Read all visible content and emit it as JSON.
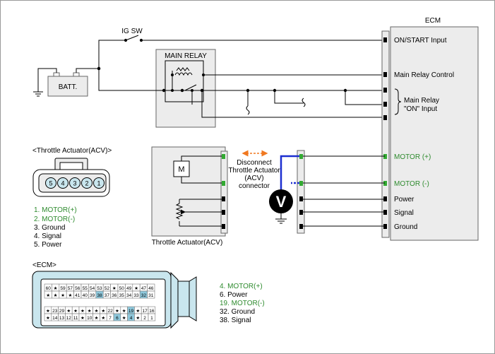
{
  "colors": {
    "wire": "#000000",
    "box_fill": "#ececec",
    "box_stroke": "#666666",
    "green_text": "#2e8b2e",
    "green_pin": "#33aa33",
    "probe_blue": "#1c2fd0",
    "arrow_orange": "#f07820",
    "connector_fill": "#c9e6ee",
    "pin_highlight": "#8ec8dc"
  },
  "labels": {
    "ig_sw": "IG SW",
    "ecm_title": "ECM",
    "main_relay": "MAIN RELAY",
    "batt": "BATT.",
    "acv_header": "<Throttle Actuator(ACV)>",
    "acv_caption": "Throttle Actuator(ACV)",
    "motor_symbol": "M",
    "volt_symbol": "V",
    "disconnect_note": [
      "Disconnect",
      "Throttle Actuator",
      "(ACV)",
      "connector"
    ],
    "ecm_header": "<ECM>"
  },
  "ecm_pins": {
    "on_start": "ON/START Input",
    "main_relay_control": "Main Relay Control",
    "main_relay_on_input": [
      "Main Relay",
      "\"ON\" Input"
    ],
    "motor_plus": "MOTOR (+)",
    "motor_minus": "MOTOR (-)",
    "power": "Power",
    "signal": "Signal",
    "ground": "Ground"
  },
  "acv_connector_pins": [
    "5",
    "4",
    "3",
    "2",
    "1"
  ],
  "acv_pin_list": [
    {
      "text": "1. MOTOR(+)",
      "green": true
    },
    {
      "text": "2. MOTOR(-)",
      "green": true
    },
    {
      "text": "3. Ground",
      "green": false
    },
    {
      "text": "4. Signal",
      "green": false
    },
    {
      "text": "5. Power",
      "green": false
    }
  ],
  "ecm_connector": {
    "row1": [
      "60",
      "★",
      "59",
      "57",
      "56",
      "55",
      "54",
      "53",
      "52",
      "★",
      "50",
      "49",
      "★",
      "47",
      "46"
    ],
    "row2": [
      "★",
      "★",
      "★",
      "★",
      "41",
      "40",
      "39",
      "38",
      "37",
      "36",
      "35",
      "34",
      "33",
      "32",
      "31"
    ],
    "row3": [
      "★",
      "23",
      "29",
      "★",
      "★",
      "★",
      "★",
      "★",
      "★",
      "22",
      "★",
      "★",
      "19",
      "★",
      "17",
      "16"
    ],
    "row4": [
      "★",
      "14",
      "13",
      "12",
      "11",
      "★",
      "10",
      "★",
      "★",
      "7",
      "6",
      "★",
      "4",
      "★",
      "2",
      "1"
    ],
    "highlighted": [
      "38",
      "32",
      "19",
      "6",
      "4"
    ]
  },
  "ecm_pin_list": [
    {
      "text": "4. MOTOR(+)",
      "green": true
    },
    {
      "text": "6. Power",
      "green": false
    },
    {
      "text": "19. MOTOR(-)",
      "green": true
    },
    {
      "text": "32. Ground",
      "green": false
    },
    {
      "text": "38. Signal",
      "green": false
    }
  ]
}
